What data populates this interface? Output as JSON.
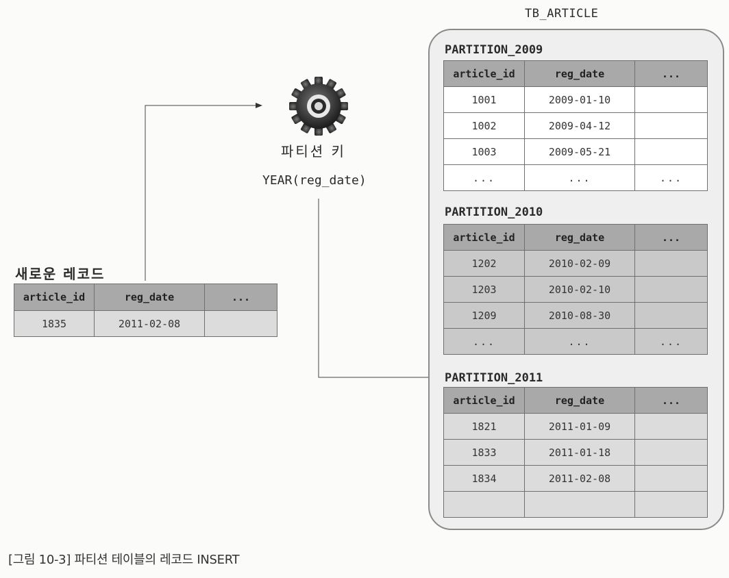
{
  "table_name": "TB_ARTICLE",
  "columns": [
    "article_id",
    "reg_date",
    "..."
  ],
  "partitions": [
    {
      "name": "PARTITION_2009",
      "rows": [
        [
          "1001",
          "2009-01-10",
          ""
        ],
        [
          "1002",
          "2009-04-12",
          ""
        ],
        [
          "1003",
          "2009-05-21",
          ""
        ],
        [
          "...",
          "...",
          "..."
        ]
      ]
    },
    {
      "name": "PARTITION_2010",
      "rows": [
        [
          "1202",
          "2010-02-09",
          ""
        ],
        [
          "1203",
          "2010-02-10",
          ""
        ],
        [
          "1209",
          "2010-08-30",
          ""
        ],
        [
          "...",
          "...",
          "..."
        ]
      ]
    },
    {
      "name": "PARTITION_2011",
      "rows": [
        [
          "1821",
          "2011-01-09",
          ""
        ],
        [
          "1833",
          "2011-01-18",
          ""
        ],
        [
          "1834",
          "2011-02-08",
          ""
        ],
        [
          "",
          "",
          ""
        ]
      ]
    }
  ],
  "partition_key": {
    "label": "파티션 키",
    "expression": "YEAR(reg_date)",
    "icon": "gear-icon"
  },
  "new_record": {
    "title": "새로운 레코드",
    "row": [
      "1835",
      "2011-02-08",
      ""
    ]
  },
  "caption": "[그림 10-3] 파티션 테이블의 레코드 INSERT"
}
